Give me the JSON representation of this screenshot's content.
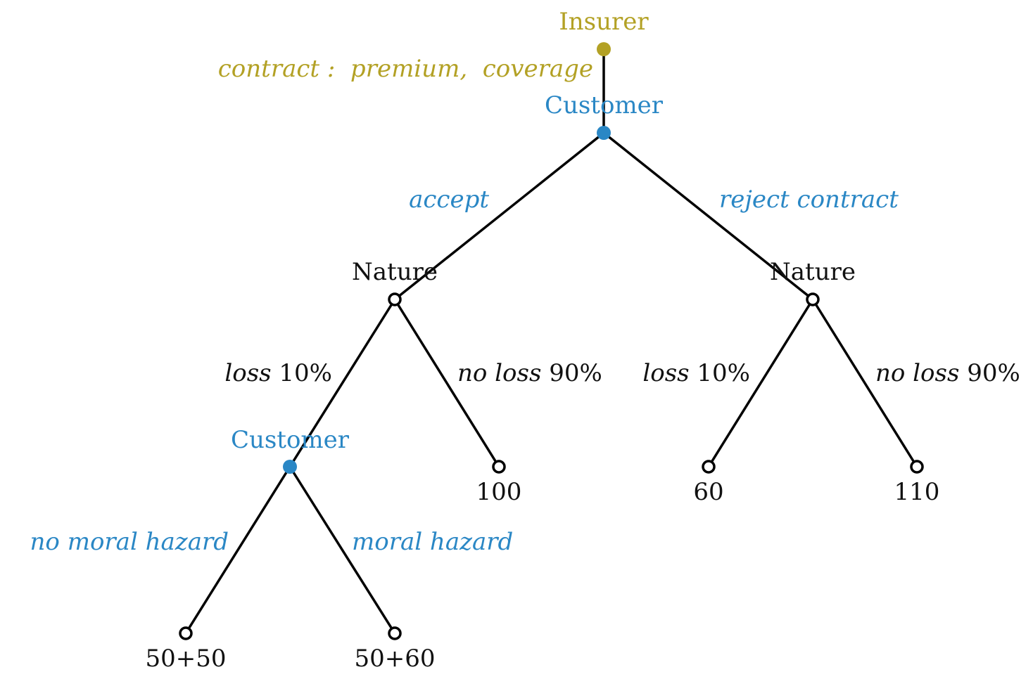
{
  "colors": {
    "insurer": "#b3a125",
    "customer": "#2a87c5",
    "nature": "#111111"
  },
  "players": {
    "insurer": "Insurer",
    "customer_top": "Customer",
    "nature_left": "Nature",
    "nature_right": "Nature",
    "customer_bottom": "Customer"
  },
  "actions": {
    "contract": "contract :  premium,  coverage",
    "accept": "accept",
    "reject": "reject contract",
    "left_loss_word": "loss",
    "left_loss_pct": "10%",
    "left_noloss_word": "no loss",
    "left_noloss_pct": "90%",
    "right_loss_word": "loss",
    "right_loss_pct": "10%",
    "right_noloss_word": "no loss",
    "right_noloss_pct": "90%",
    "no_moral_hazard": "no moral hazard",
    "moral_hazard": "moral hazard"
  },
  "payoffs": {
    "left_noloss": "100",
    "right_loss": "60",
    "right_noloss": "110",
    "no_moral_hazard": "50+50",
    "moral_hazard": "50+60"
  }
}
